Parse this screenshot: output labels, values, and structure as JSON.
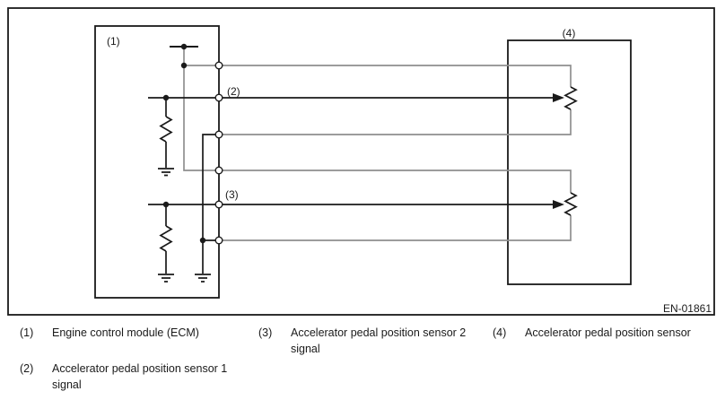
{
  "figure": {
    "id": "EN-01861",
    "callouts": {
      "c1": "(1)",
      "c2": "(2)",
      "c3": "(3)",
      "c4": "(4)"
    }
  },
  "legend": [
    {
      "marker": "(1)",
      "text": "Engine control module (ECM)"
    },
    {
      "marker": "(2)",
      "text": "Accelerator pedal position sensor 1 signal"
    },
    {
      "marker": "(3)",
      "text": "Accelerator pedal position sensor 2 signal"
    },
    {
      "marker": "(4)",
      "text": "Accelerator pedal position sensor"
    }
  ],
  "colors": {
    "ink": "#1a1a1a",
    "harness_wire": "#8f8f8f"
  }
}
